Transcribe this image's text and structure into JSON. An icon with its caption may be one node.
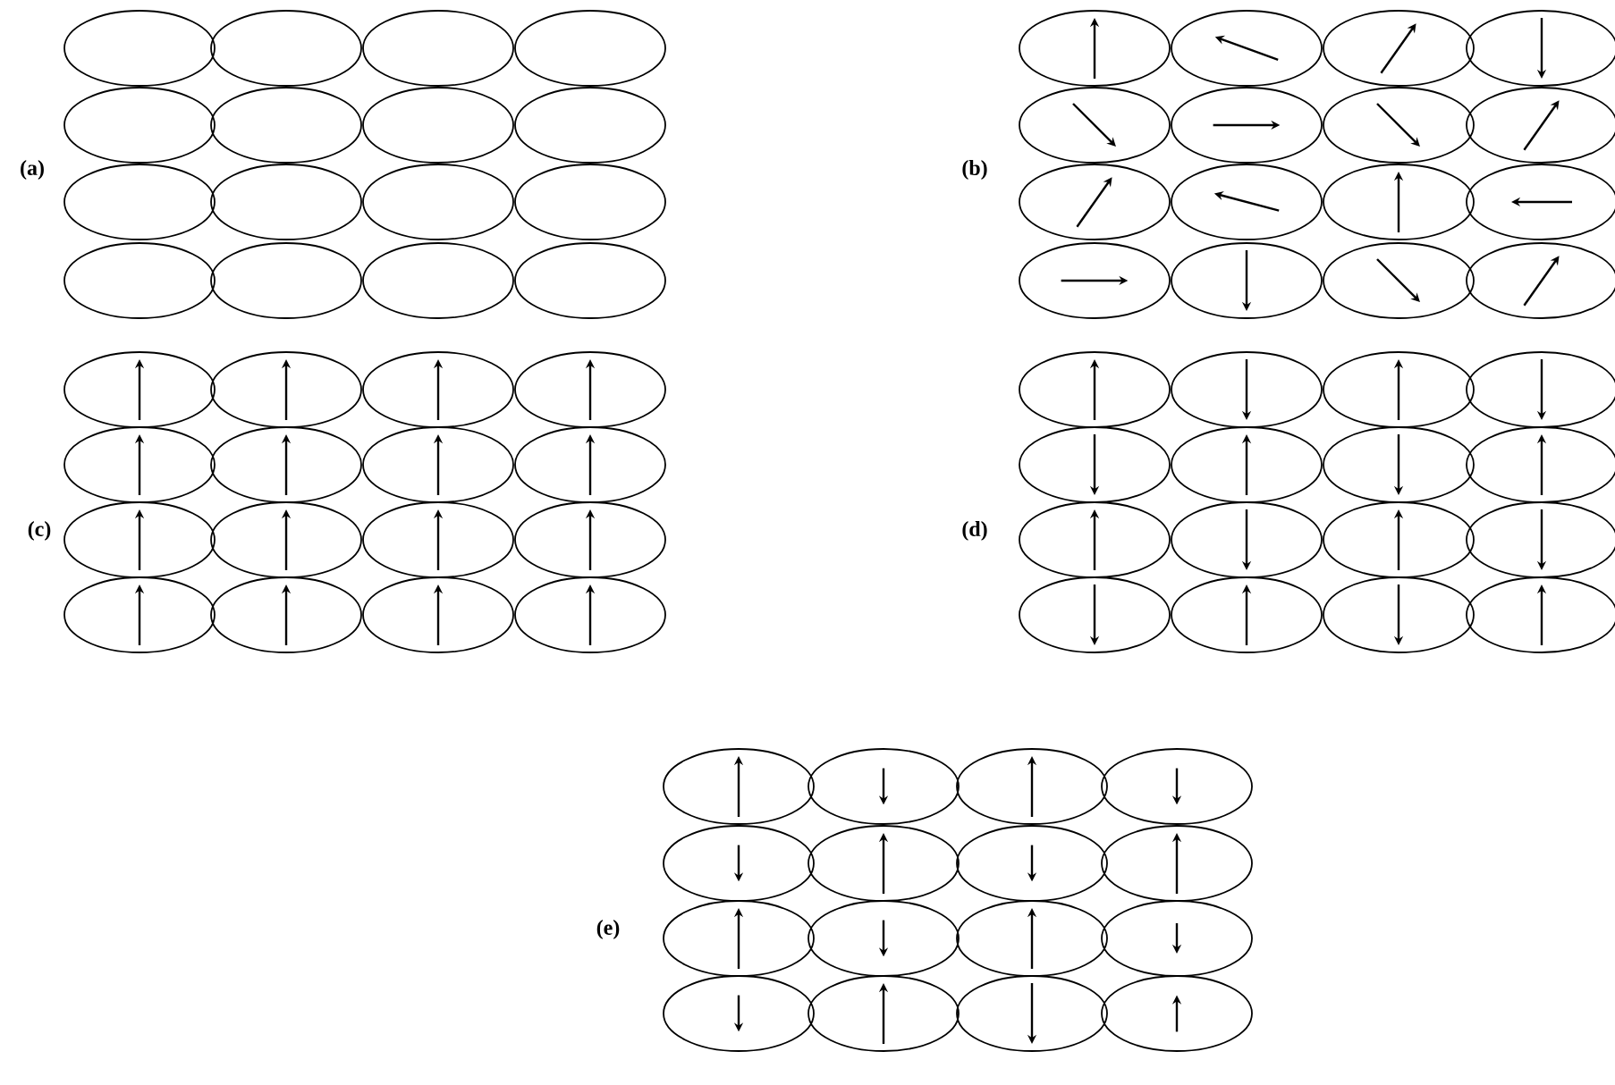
{
  "diagram": {
    "labels": [
      "(a)",
      "(b)",
      "(c)",
      "(d)",
      "(e)"
    ]
  }
}
